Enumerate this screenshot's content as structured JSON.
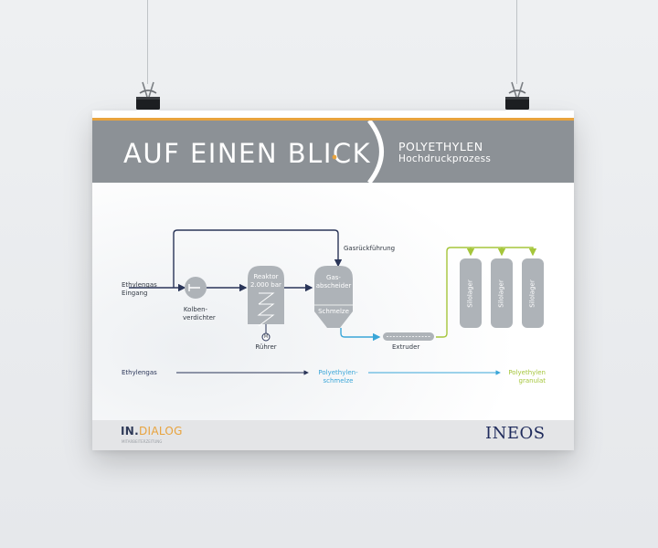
{
  "poster": {
    "title": "AUF EINEN BLICK",
    "subtitle_line1": "POLYETHYLEN",
    "subtitle_line2": "Hochdruckprozess"
  },
  "diagram": {
    "labels": {
      "feed_line1": "Ethylengas",
      "feed_line2": "Eingang",
      "compressor_line1": "Kolben-",
      "compressor_line2": "verdichter",
      "reactor_line1": "Reaktor",
      "reactor_line2": "2.000 bar",
      "stirrer": "Rührer",
      "stirrer_symbol": "M",
      "separator_line1": "Gas-",
      "separator_line2": "abscheider",
      "melt": "Schmelze",
      "recycle": "Gasrückführung",
      "extruder": "Extruder",
      "silos": [
        "Silolager",
        "Silolager",
        "Silolager"
      ]
    },
    "legend": {
      "stage1": "Ethylengas",
      "stage2_line1": "Polyethylen-",
      "stage2_line2": "schmelze",
      "stage3_line1": "Polyethylen",
      "stage3_line2": "granulat"
    }
  },
  "footer": {
    "brand_in": "IN.",
    "brand_dialog": "DIALOG",
    "brand_small": "MITARBEITERZEITUNG",
    "company": "INEOS"
  },
  "colors": {
    "header_grey": "#8c9196",
    "orange": "#e8a33d",
    "navy": "#2a3558",
    "blue": "#3aa6d8",
    "green": "#a5c63b",
    "equipment_grey": "#aeb3b8"
  }
}
